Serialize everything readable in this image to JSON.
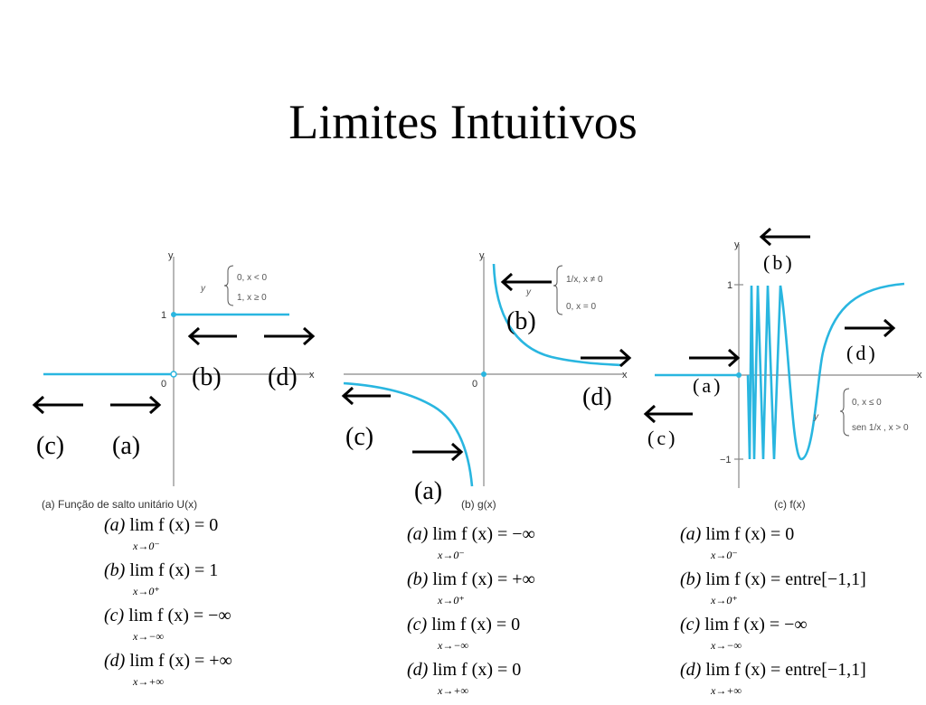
{
  "slide": {
    "title": "Limites Intuitivos"
  },
  "labels": {
    "a": "(a)",
    "b": "(b)",
    "c": "(c)",
    "d": "(d)",
    "y": "y",
    "x": "x",
    "zero": "0",
    "one": "1",
    "minus_one": "−1"
  },
  "graph1": {
    "caption": "(a) Função de salto unitário U(x)",
    "def_line1": "0,  x <  0",
    "def_line2": "1,  x ≥ 0",
    "def_y": "y",
    "limits": [
      {
        "label": "(a)",
        "fn": "lim f (x) = 0",
        "sub": "x→0⁻"
      },
      {
        "label": "(b)",
        "fn": "lim f (x) = 1",
        "sub": "x→0⁺"
      },
      {
        "label": "(c)",
        "fn": "lim f (x) = −∞",
        "sub": "x→−∞"
      },
      {
        "label": "(d)",
        "fn": "lim f (x) = +∞",
        "sub": "x→+∞"
      }
    ]
  },
  "graph2": {
    "caption": "(b) g(x)",
    "def_line1": "1/x,  x ≠ 0",
    "def_line2": "0,  x = 0",
    "def_y": "y",
    "limits": [
      {
        "label": "(a)",
        "fn": "lim f (x) = −∞",
        "sub": "x→0⁻"
      },
      {
        "label": "(b)",
        "fn": "lim f (x) = +∞",
        "sub": "x→0⁺"
      },
      {
        "label": "(c)",
        "fn": "lim f (x) = 0",
        "sub": "x→−∞"
      },
      {
        "label": "(d)",
        "fn": "lim f (x) = 0",
        "sub": "x→+∞"
      }
    ]
  },
  "graph3": {
    "caption": "(c) f(x)",
    "def_line1": "0,         x ≤ 0",
    "def_line2": "sen 1/x ,  x > 0",
    "def_y": "y",
    "limits": [
      {
        "label": "(a)",
        "fn": "lim f (x) = 0",
        "sub": "x→0⁻"
      },
      {
        "label": "(b)",
        "fn": "lim f (x) = entre[−1,1]",
        "sub": "x→0⁺"
      },
      {
        "label": "(c)",
        "fn": "lim f (x) = −∞",
        "sub": "x→−∞"
      },
      {
        "label": "(d)",
        "fn": "lim f (x) = entre[−1,1]",
        "sub": "x→+∞"
      }
    ]
  },
  "colors": {
    "curve": "#29b6e0",
    "axis": "#888888"
  }
}
